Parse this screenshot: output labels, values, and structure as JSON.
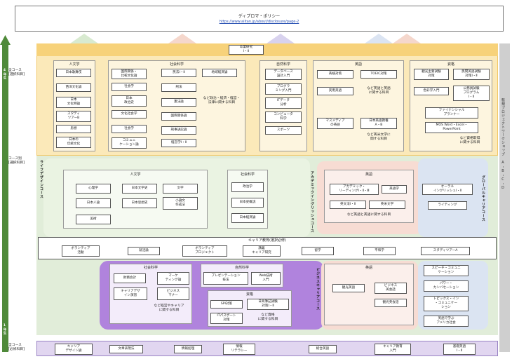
{
  "header": {
    "title": "ディプロマ・ポリシー",
    "url": "https://www.aiitan.jp/about/disclosure/page-2"
  },
  "axis": {
    "top_label": "4年生",
    "bottom_label": "1年生"
  },
  "rows": {
    "all_course": "全コース\n[選択科目]",
    "by_course": "コース別\n[選択科目]",
    "common": "全コース\n[必修科目]"
  },
  "graduation": "卒業研究\nⅠ・Ⅱ",
  "right_bar": "新規プロジェクトワークショップ A・B・C・D",
  "top_groups": {
    "jinbun": {
      "title": "人文学",
      "items": [
        "日本歌舞伎",
        "西洋文化論",
        "日本\n文化特論",
        "スタディ\nツアーB",
        "思想",
        "日本の\n伝統文化"
      ]
    },
    "shakai": {
      "title": "社会科学",
      "col1": [
        "国際関係・\n比較文化論",
        "社会学",
        "日本\n政治史",
        "文化社会学",
        "社会学",
        "コミュニ\nケーション論"
      ],
      "col2": [
        "民法Ⅰ・Ⅱ",
        "刑法",
        "憲法論",
        "国際関係論",
        "刑事訴訟論",
        "経営学Ⅰ・Ⅱ"
      ],
      "extra": "地域経済論",
      "note": "など政治・経済・経営・\n法律に関する科目"
    },
    "shizen": {
      "title": "自然科学",
      "items": [
        "データベース\n設計入門",
        "プログラ\nミング入門",
        "ITデータ\n分析",
        "コンピュータ\n科学",
        "スポーツ"
      ]
    },
    "eigo": {
      "title": "英語",
      "items": [
        "英検対策",
        "TOEIC対策",
        "実用英語",
        "マスメディア\nの英語",
        "日本英語教養\nA・B"
      ],
      "note1": "など英語と英語\nに関する科目",
      "note2": "など英米文学に\n関する科目"
    },
    "shikaku": {
      "title": "資格",
      "items": [
        "観光主要試験\n対策",
        "色彩学入門",
        "民間英語試験\n対策Ⅰ・Ⅱ",
        "公務員試験\nプログラム\nⅠ・Ⅱ",
        "ファイナンシャル\nプランナー",
        "MOS Word・Excel・\nPowerPoint"
      ],
      "note": "など資格取得\nに関する科目"
    }
  },
  "mid_groups": {
    "life_design": "ライフデザインコース",
    "academic": "アカデミックイングリッシュコース",
    "global": "グローバルキャリアコース",
    "jinbun": {
      "title": "人文学",
      "items": [
        "心理学",
        "日本文学史",
        "文学",
        "日本人論",
        "日本思想史",
        "小論文\n作成法",
        "美術"
      ]
    },
    "shakai": {
      "title": "社会科学",
      "items": [
        "政治学",
        "日本史概説",
        "日本経済論"
      ]
    },
    "eigo": {
      "title": "英語",
      "items": [
        "アカデミック・\nリーディングⅠ・Ⅱ・Ⅲ",
        "英語学",
        "英文法Ⅰ・Ⅱ",
        "英米文学"
      ],
      "note": "など英語と英語に関する科目"
    },
    "global_items": [
      "オーラル\nイングリッシュⅠ・Ⅱ",
      "ライティング"
    ]
  },
  "career": {
    "title": "キャリア教育(選択必修)",
    "items": [
      "ボランティア\n活動",
      "就活論",
      "ボランティア\nプロジェクト",
      "講義\nキャリア研究",
      "留学",
      "平和学",
      "スタディツアーA"
    ]
  },
  "low_groups": {
    "business": "ビジネスキャリアコース",
    "shakai": {
      "title": "社会科学",
      "items": [
        "財務会計",
        "マーケ\nティング論",
        "キャリアデザ\nイン演習",
        "ビジネス\nマナー"
      ],
      "note": "など経営やキャリア\nに関する科目"
    },
    "shizen": {
      "title": "自然科学",
      "items": [
        "プレゼンテーション\n技法",
        "Web技術\n入門"
      ]
    },
    "shikaku": {
      "title": "資格",
      "items": [
        "SPI対策",
        "日商簿記試験\n対策Ⅰ・Ⅱ",
        "ITパスポート\n対策"
      ],
      "note": "など資格\nに関する科目"
    },
    "eigo": {
      "title": "英語",
      "items": [
        "観光英語",
        "ビジネス\n英会話",
        "観光英会話"
      ],
      "right": [
        "スピーチ・コミュニ\nケーション",
        "パワー・\nカンバセーション",
        "トピックス・イン\n・コミュニケー\nション",
        "英語で学ぶ\nアメリカ社会"
      ]
    }
  },
  "common_items": [
    "キャリア\nデザイン論",
    "文章表現法",
    "情報処理",
    "情報\nリテラシー",
    "総合英語",
    "キャリア教育\n入門",
    "基礎英語\nⅠ・Ⅱ"
  ],
  "colors": {
    "yellow": "#fbe9b9",
    "yellow_border": "#f2c867",
    "green": "#e1edd9",
    "pink": "#f7dcd3",
    "blue": "#dbe4f2",
    "purple": "#b083dd",
    "arrow": "#4f8a3a",
    "grey": "#cfcfcf"
  }
}
